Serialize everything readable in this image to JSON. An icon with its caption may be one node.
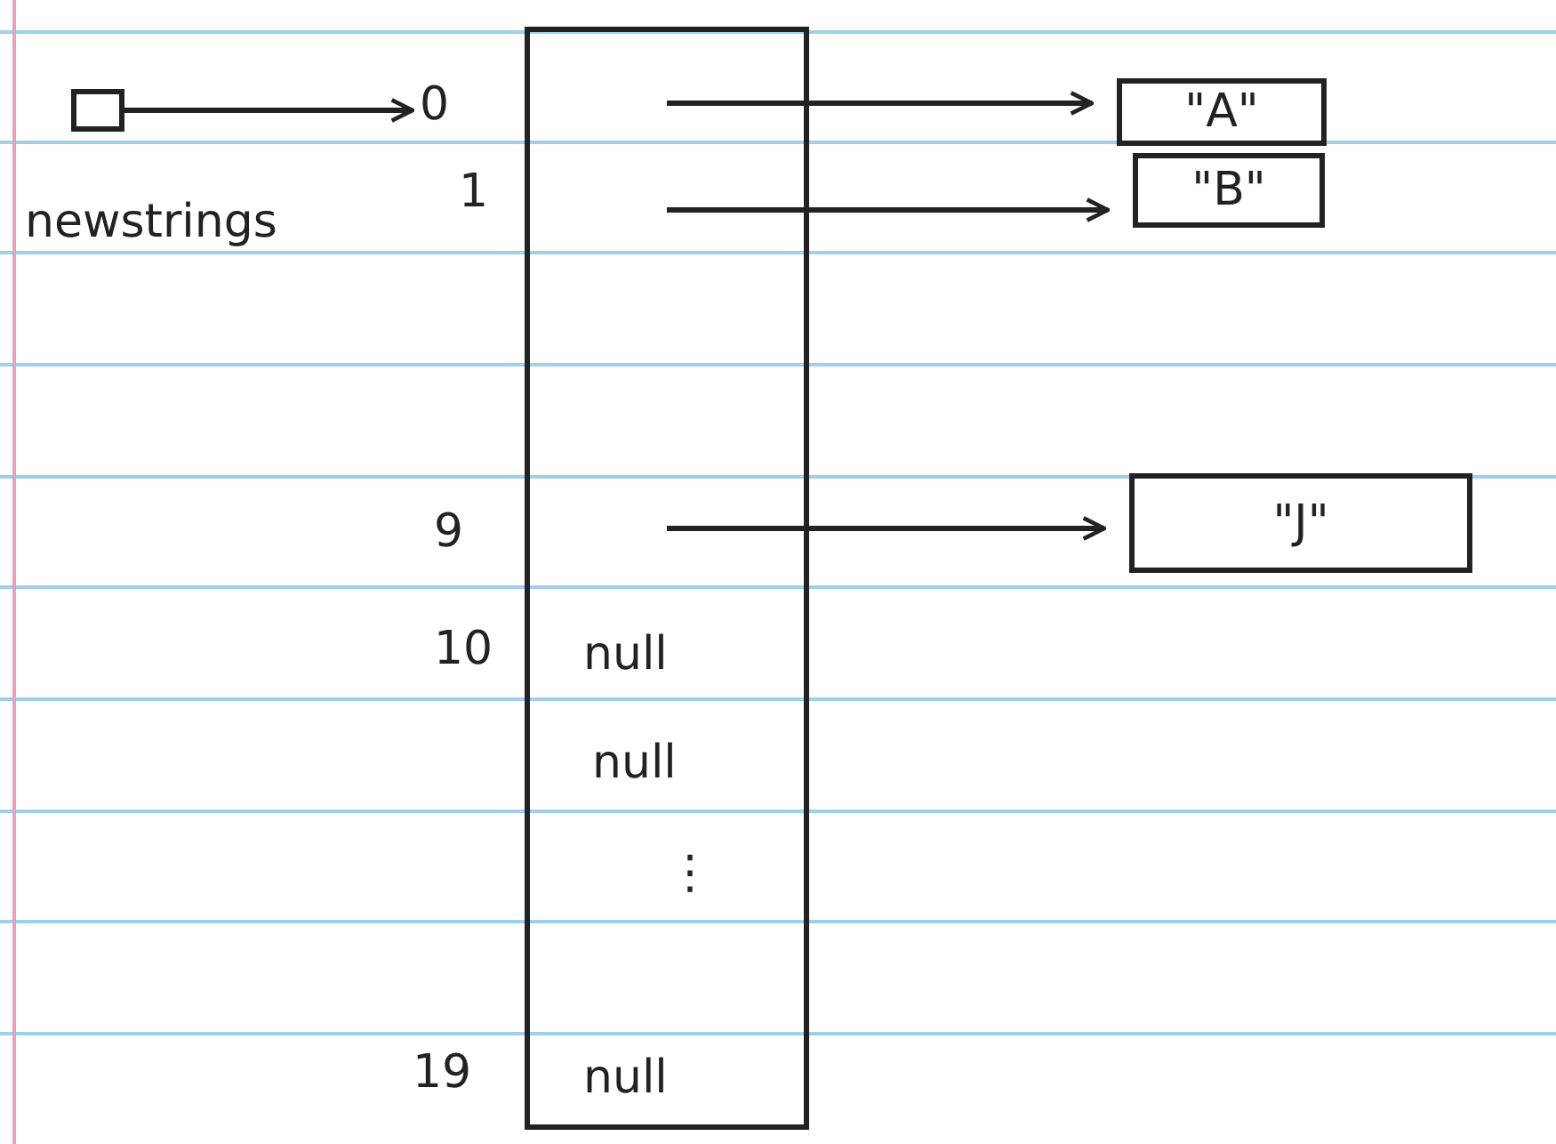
{
  "diagram": {
    "nodes": [
      {
        "text": [],
        "shape": "box",
        "beside": [
          "newstrings"
        ]
      },
      {
        "text": [
          "0"
        ]
      },
      {
        "text": [
          "null",
          "null",
          "⋮",
          "null"
        ]
      },
      {
        "text": [
          "\"A\""
        ]
      },
      {
        "text": [
          "\"B\""
        ]
      },
      {
        "text": [
          "\"J\""
        ]
      }
    ],
    "edges": [
      {
        "from": 0,
        "to": 1,
        "arrow": "to"
      },
      {
        "from": 2,
        "to": 3,
        "arrow": "to"
      },
      {
        "from": 2,
        "to": 4,
        "arrow": "to"
      },
      {
        "from": 2,
        "to": 5,
        "arrow": "to"
      }
    ],
    "labels": [
      "1",
      "9",
      "10",
      "19"
    ]
  }
}
